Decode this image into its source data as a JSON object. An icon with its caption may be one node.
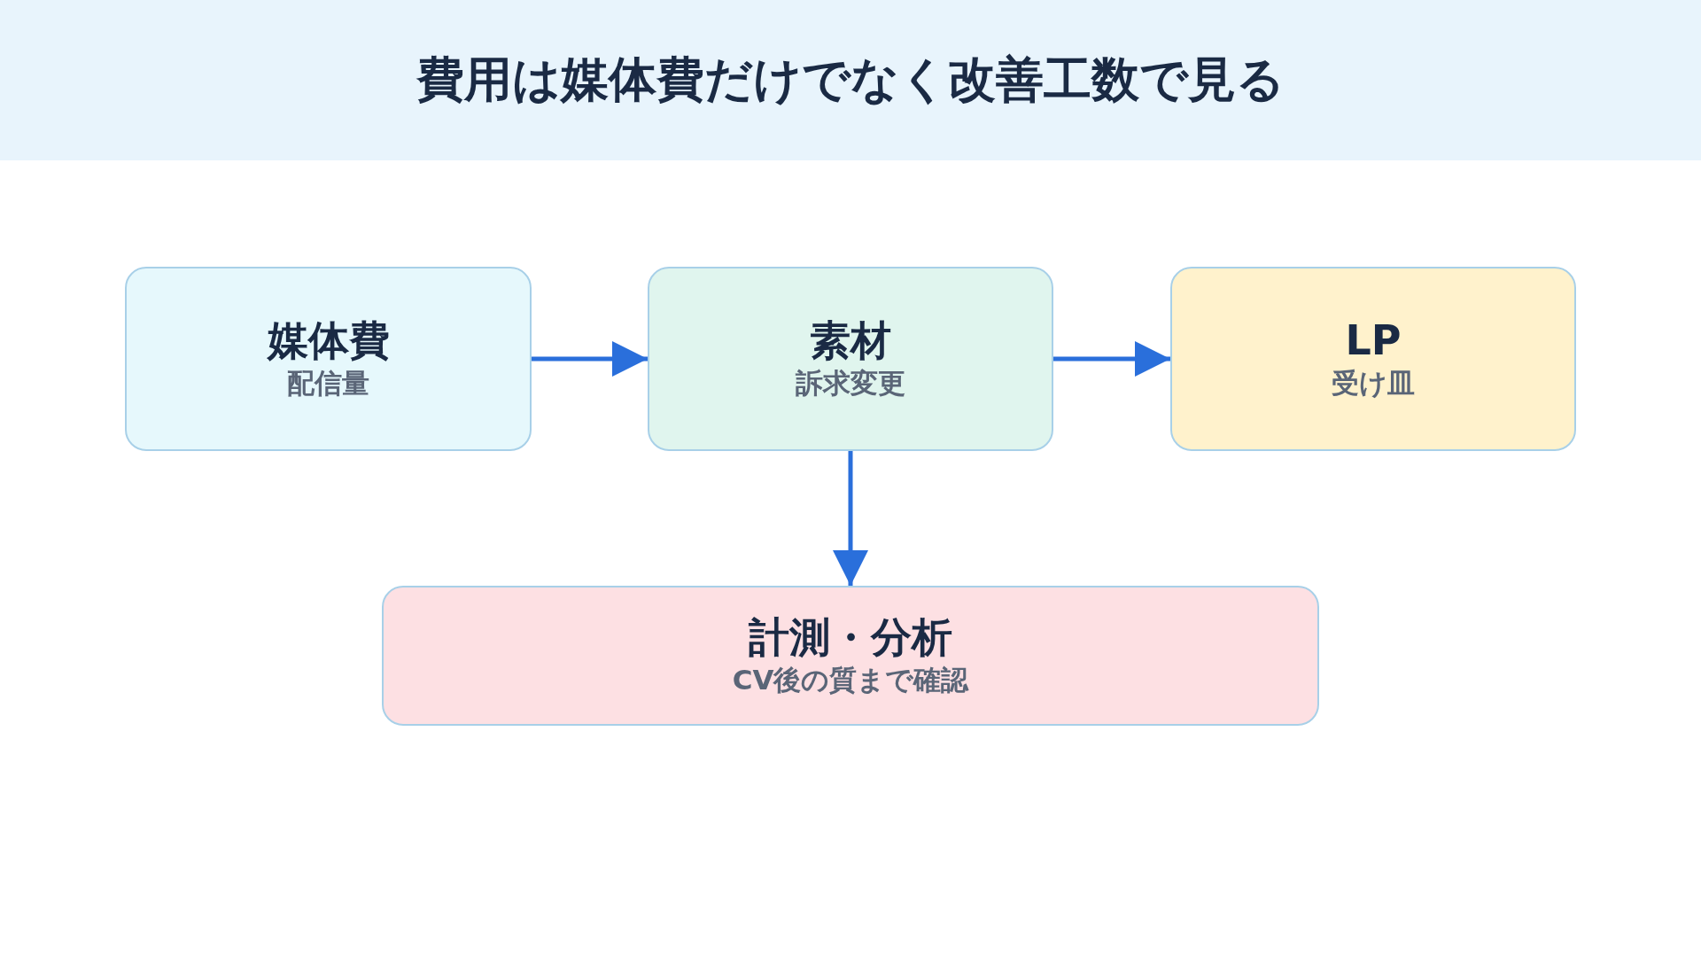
{
  "diagram": {
    "title": "費用は媒体費だけでなく改善工数で見る",
    "nodes": [
      {
        "text": [
          "媒体費",
          "配信量"
        ]
      },
      {
        "text": [
          "素材",
          "訴求変更"
        ]
      },
      {
        "text": [
          "LP",
          "受け皿"
        ]
      },
      {
        "text": [
          "計測・分析",
          "CV後の質まで確認"
        ]
      }
    ],
    "edges": [
      {
        "from": 0,
        "to": 1,
        "arrow": "to"
      },
      {
        "from": 1,
        "to": 2,
        "arrow": "to"
      },
      {
        "from": 1,
        "to": 3,
        "arrow": "to"
      }
    ]
  }
}
